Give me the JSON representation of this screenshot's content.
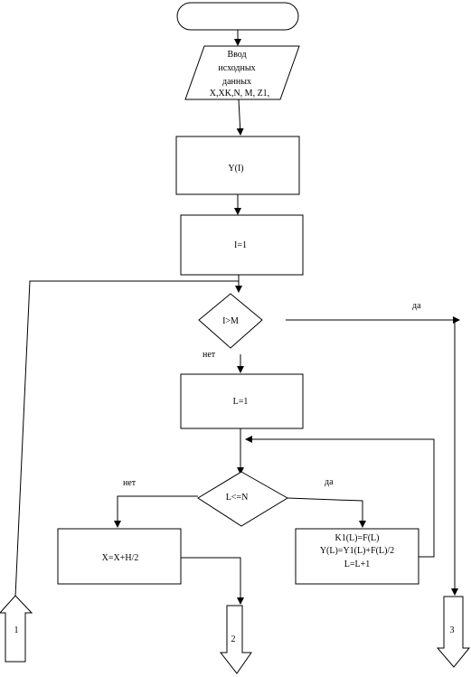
{
  "start": {
    "label": ""
  },
  "input": {
    "lines": [
      "Ввод",
      "исходных",
      "данных",
      "X,XK,N, M, Z1,"
    ]
  },
  "box_y": {
    "label": "Y(I)"
  },
  "box_i": {
    "label": "I=1"
  },
  "decision_i": {
    "label": "I>M",
    "no_label": "нет",
    "yes_label": "да"
  },
  "box_l": {
    "label": "L=1"
  },
  "decision_l": {
    "label": "L<=N",
    "no_label": "нет",
    "yes_label": "да"
  },
  "box_x": {
    "label": "X=X+H/2"
  },
  "box_k": {
    "lines": [
      "K1(L)=F(L)",
      "Y(L)=Y1(L)+F(L)/2",
      "L=L+1"
    ]
  },
  "connectors": {
    "c1": "1",
    "c2": "2",
    "c3": "3"
  },
  "colors": {
    "stroke": "#000000",
    "fill": "#ffffff"
  }
}
